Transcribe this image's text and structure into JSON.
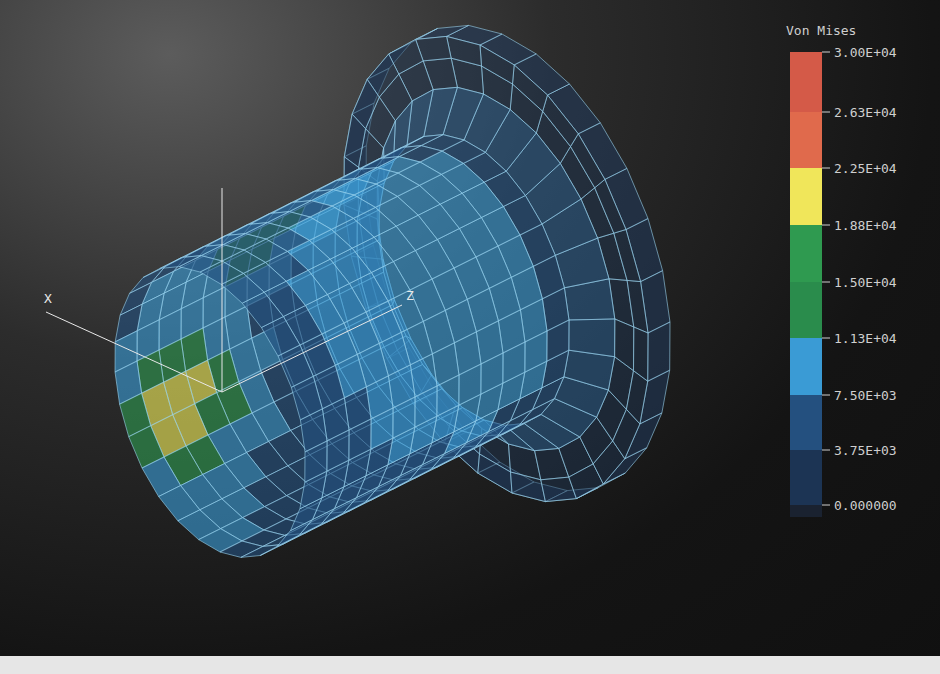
{
  "diagram": {
    "title": "Von Mises",
    "labels": [
      "X",
      "Z"
    ],
    "legend": [
      {
        "text": "3.00E+04",
        "color": "#d45a48"
      },
      {
        "text": "2.63E+04",
        "color": "#e06a4c"
      },
      {
        "text": "2.25E+04",
        "color": "#f0e65a"
      },
      {
        "text": "1.88E+04",
        "color": "#2f9a50"
      },
      {
        "text": "1.50E+04",
        "color": "#2a8c4c"
      },
      {
        "text": "1.13E+04",
        "color": "#3a9bd5"
      },
      {
        "text": "7.50E+03",
        "color": "#24507f"
      },
      {
        "text": "3.75E+03",
        "color": "#1c3454"
      },
      {
        "text": "0.000000",
        "color": "#1a2230"
      }
    ]
  }
}
